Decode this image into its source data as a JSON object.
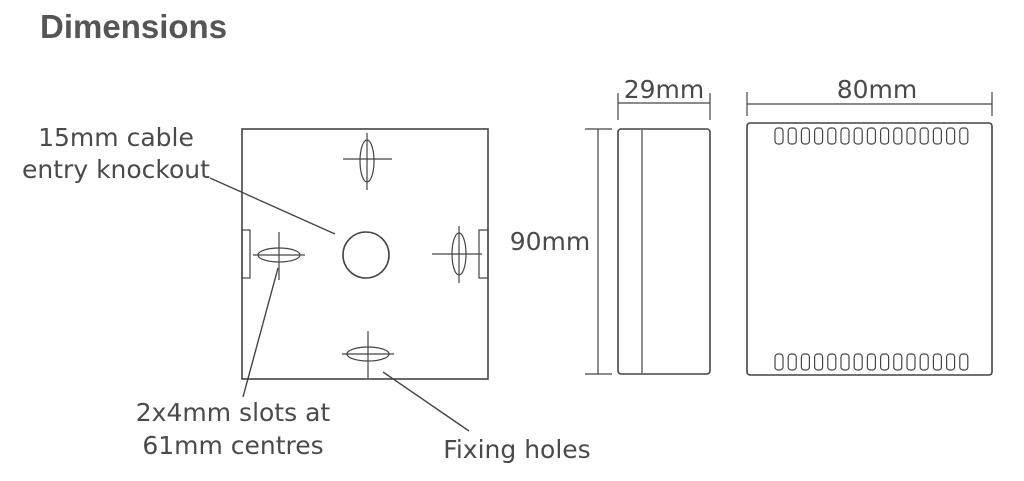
{
  "title": "Dimensions",
  "labels": {
    "knockout_line1": "15mm cable",
    "knockout_line2": "entry knockout",
    "slots_line1": "2x4mm slots at",
    "slots_line2": "61mm centres",
    "fixing_holes": "Fixing holes",
    "depth": "29mm",
    "height": "90mm",
    "width": "80mm"
  },
  "colors": {
    "line": "#444444",
    "text": "#4a4a4a",
    "title": "#555555"
  }
}
